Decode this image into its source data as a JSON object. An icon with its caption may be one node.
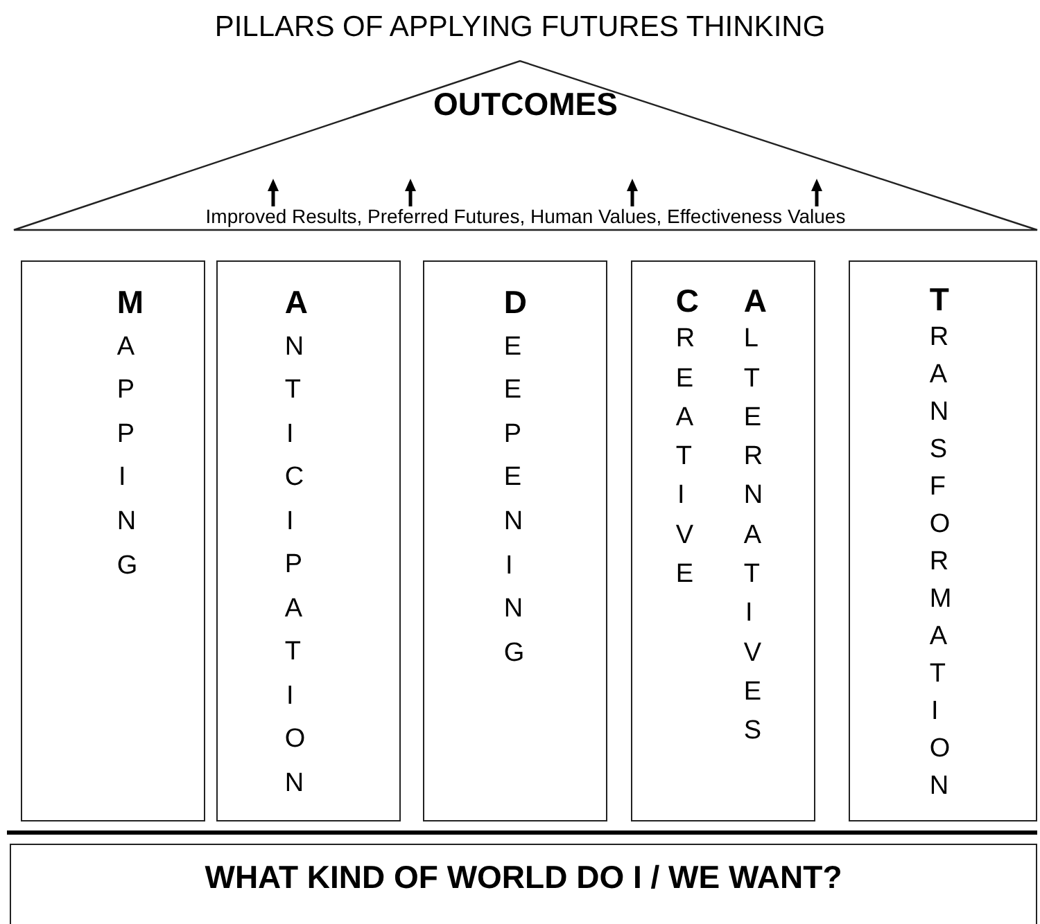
{
  "diagram": {
    "title": "PILLARS OF APPLYING FUTURES THINKING",
    "nodes": [
      {
        "text": [
          "OUTCOMES",
          "Improved Results, Preferred Futures, Human Values, Effectiveness Values"
        ]
      },
      {
        "text": [
          "**M**APPING"
        ]
      },
      {
        "text": [
          "**A**NTICIPATION"
        ]
      },
      {
        "text": [
          "**D**EEPENING"
        ]
      },
      {
        "text": [
          "**C**REATIVE",
          "**A**LTERNATIVES"
        ]
      },
      {
        "text": [
          "**T**RANSFORMATION"
        ]
      },
      {
        "text": [
          "WHAT KIND OF WORLD DO I / WE WANT?"
        ]
      }
    ]
  }
}
